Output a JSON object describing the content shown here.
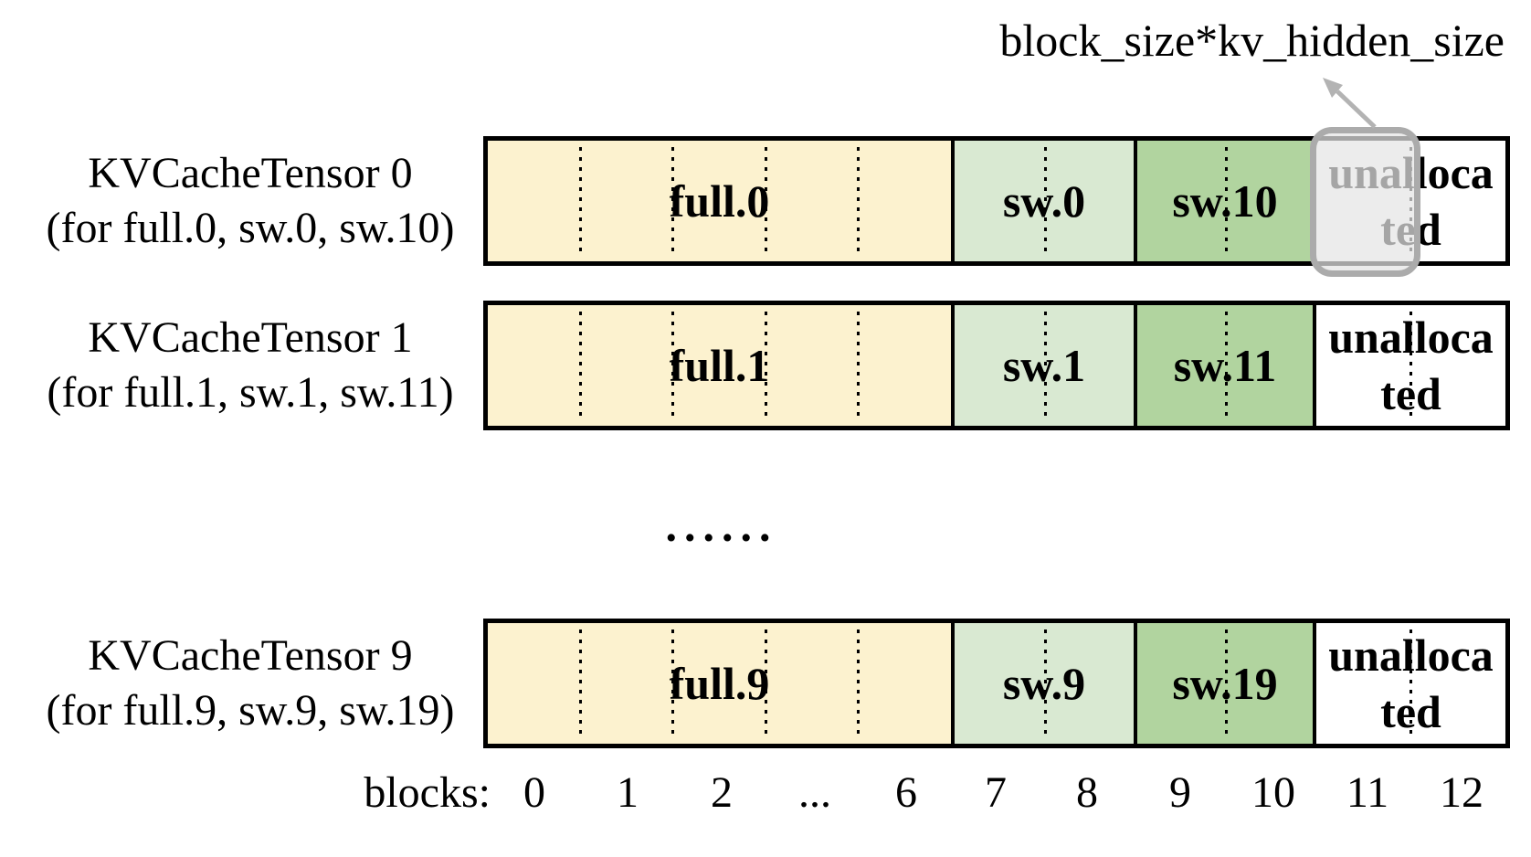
{
  "annotation": {
    "label": "block_size*kv_hidden_size"
  },
  "rows": [
    {
      "name": "KVCacheTensor 0",
      "scope": "(for full.0, sw.0, sw.10)",
      "segments": {
        "full": "full.0",
        "sw": "sw.0",
        "sw_next": "sw.10",
        "unallocated": "unallocated"
      },
      "highlighted": true
    },
    {
      "name": "KVCacheTensor 1",
      "scope": "(for full.1, sw.1, sw.11)",
      "segments": {
        "full": "full.1",
        "sw": "sw.1",
        "sw_next": "sw.11",
        "unallocated": "unallocated"
      },
      "highlighted": false
    },
    {
      "name": "KVCacheTensor 9",
      "scope": "(for full.9, sw.9, sw.19)",
      "segments": {
        "full": "full.9",
        "sw": "sw.9",
        "sw_next": "sw.19",
        "unallocated": "unallocated"
      },
      "highlighted": false
    }
  ],
  "ellipsis": "......",
  "axis": {
    "label": "blocks:",
    "numbers": [
      "0",
      "1",
      "2",
      "...",
      "6",
      "7",
      "8",
      "9",
      "10",
      "11",
      "12"
    ]
  },
  "colors": {
    "full_block": "#FCF2CF",
    "sw_block": "#D9E9D2",
    "sw_next_block": "#B1D49F",
    "unallocated_block": "#FFFFFF",
    "outline": "#000000",
    "highlight_fill": "#E5E5E5",
    "highlight_border": "#ABABAB",
    "arrow": "#B3B3B3"
  }
}
